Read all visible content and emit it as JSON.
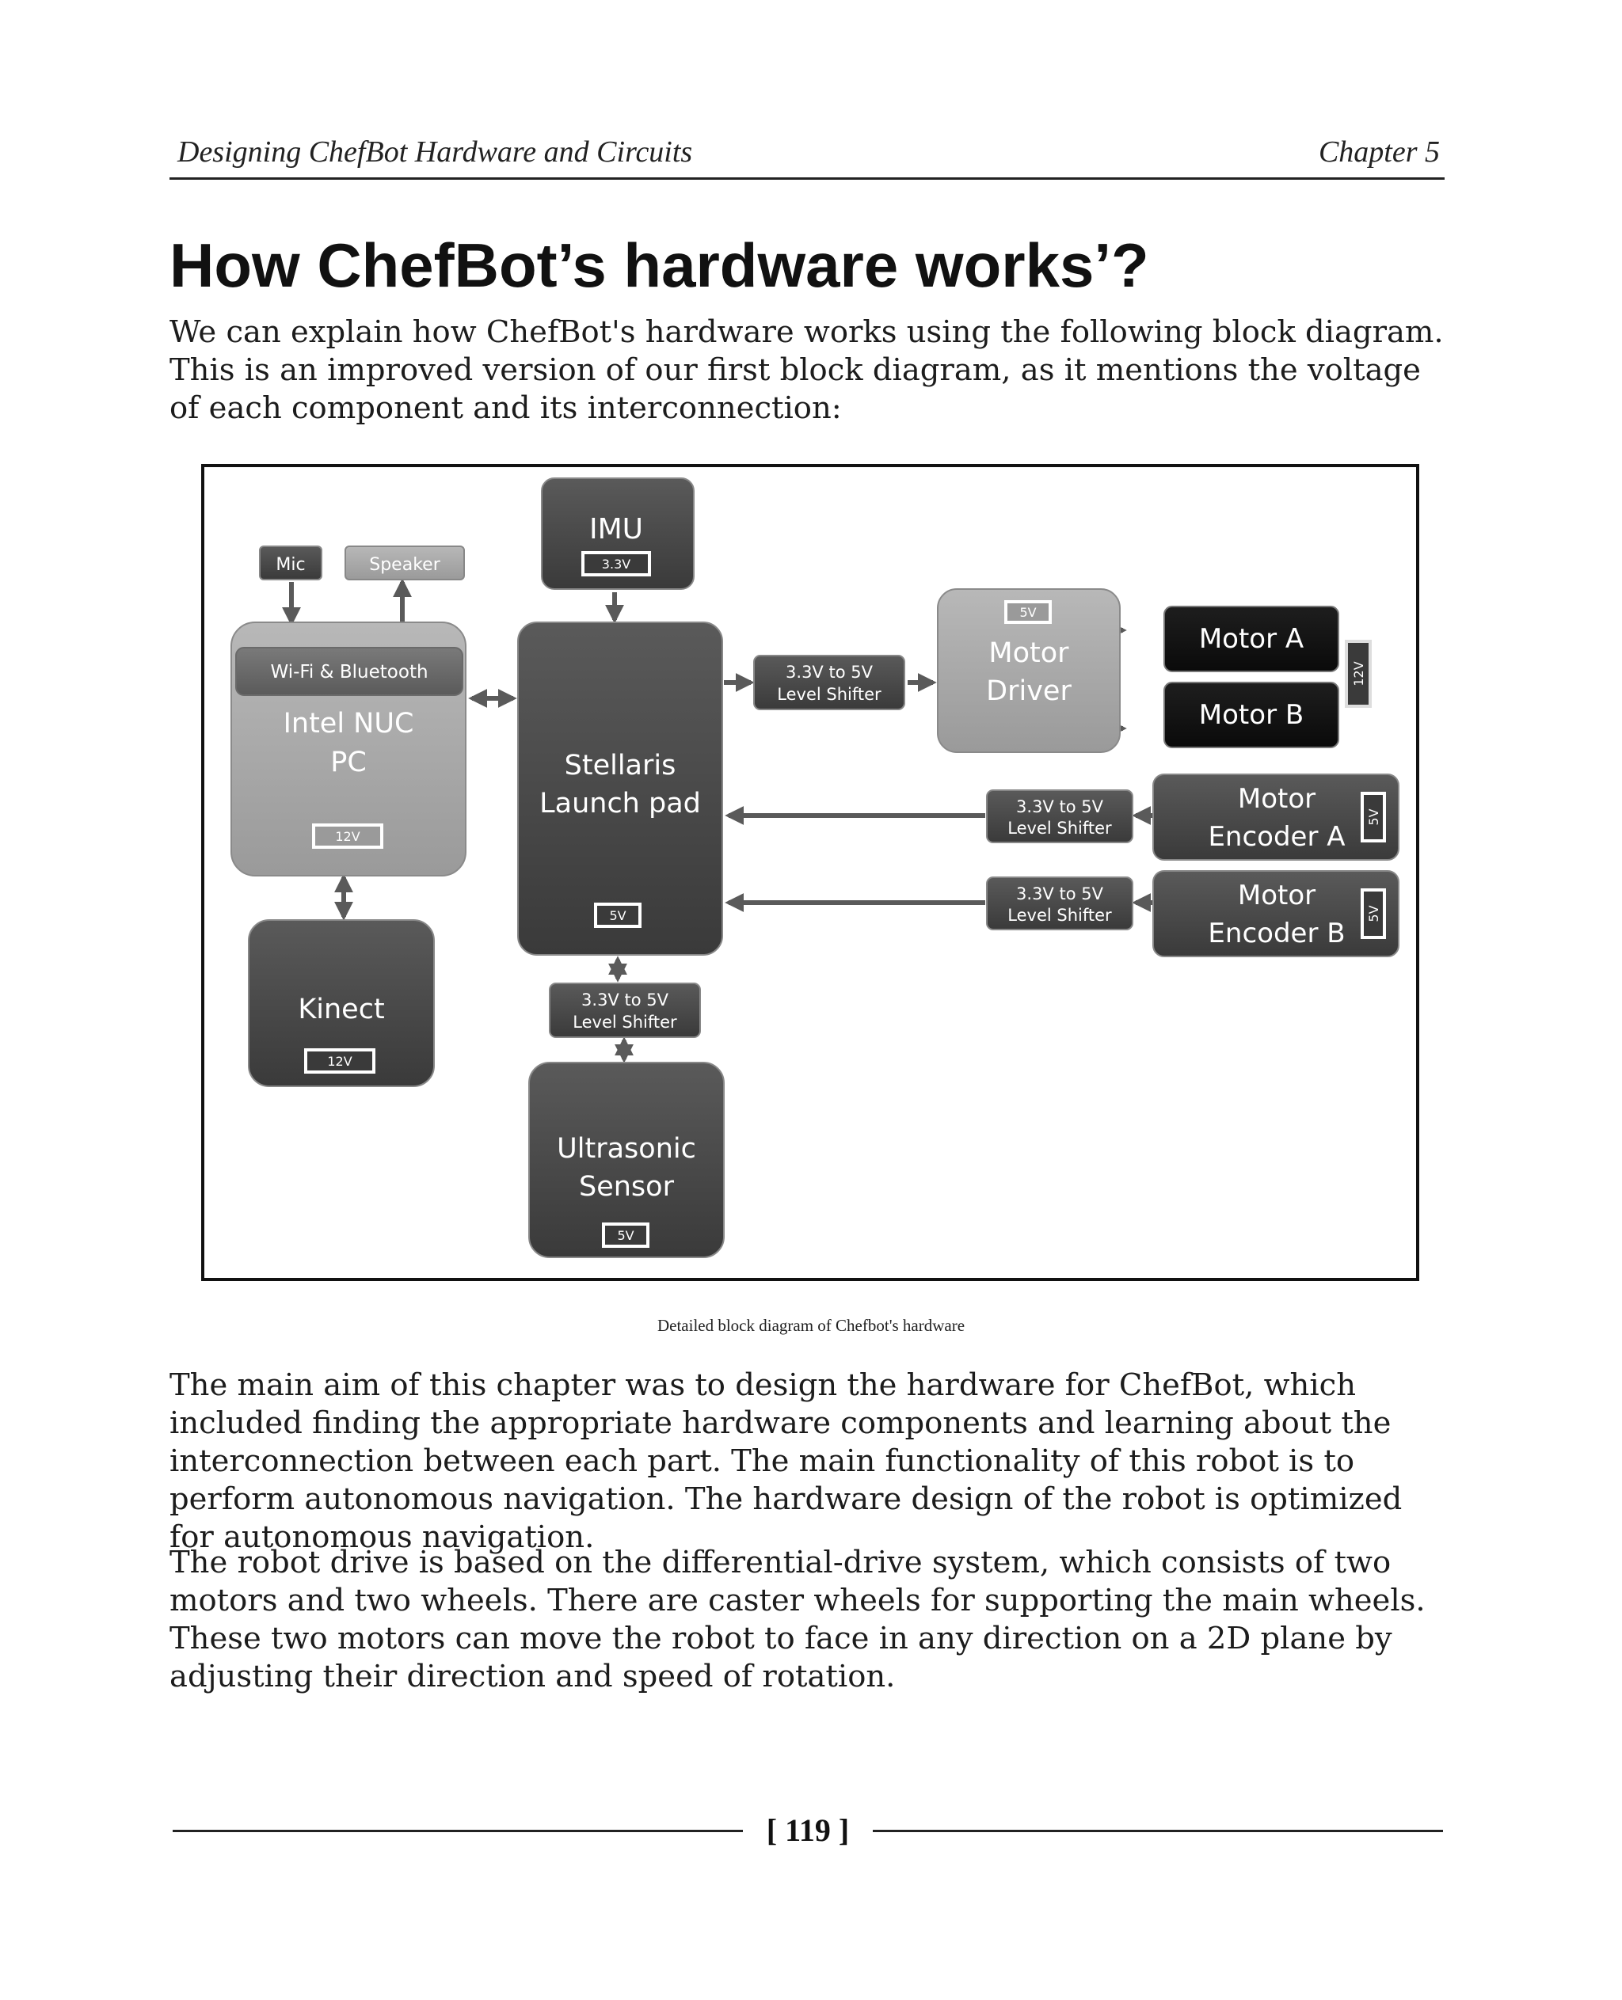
{
  "header": {
    "left": "Designing ChefBot Hardware and Circuits",
    "right": "Chapter 5"
  },
  "title": "How ChefBot’s hardware works’?",
  "intro": "We can explain how ChefBot's hardware works using the following block diagram. This is an improved version of our first block diagram, as it mentions the voltage of each component and its interconnection:",
  "diagram": {
    "mic": "Mic",
    "speaker": "Speaker",
    "imu": {
      "label": "IMU",
      "voltage": "3.3V"
    },
    "wifi": "Wi-Fi & Bluetooth",
    "nuc": {
      "line1": "Intel NUC",
      "line2": "PC",
      "voltage": "12V"
    },
    "stellaris": {
      "line1": "Stellaris",
      "line2": "Launch pad",
      "voltage": "5V"
    },
    "shifter_motor": {
      "line1": "3.3V to 5V",
      "line2": "Level Shifter"
    },
    "shifter_enc_a": {
      "line1": "3.3V to 5V",
      "line2": "Level Shifter"
    },
    "shifter_enc_b": {
      "line1": "3.3V to 5V",
      "line2": "Level Shifter"
    },
    "shifter_ultra": {
      "line1": "3.3V to 5V",
      "line2": "Level Shifter"
    },
    "motor_driver": {
      "line1": "Motor",
      "line2": "Driver",
      "voltage": "5V"
    },
    "motor_a": "Motor A",
    "motor_b": "Motor B",
    "motors_voltage": "12V",
    "encoder_a": {
      "line1": "Motor",
      "line2": "Encoder A",
      "voltage": "5V"
    },
    "encoder_b": {
      "line1": "Motor",
      "line2": "Encoder B",
      "voltage": "5V"
    },
    "kinect": {
      "label": "Kinect",
      "voltage": "12V"
    },
    "ultrasonic": {
      "line1": "Ultrasonic",
      "line2": "Sensor",
      "voltage": "5V"
    }
  },
  "caption": "Detailed block diagram of Chefbot's hardware",
  "paragraph2": "The main aim of this chapter was to design the hardware for ChefBot, which included finding the appropriate hardware components and learning about the interconnection between each part. The main functionality of this robot is to perform autonomous navigation. The hardware design of the robot is optimized for autonomous navigation.",
  "paragraph3": "The robot drive is based on the differential-drive system, which consists of two motors and two wheels. There are caster wheels for supporting the main wheels. These two motors can move the robot to face in any direction on a 2D plane by adjusting their direction and speed of rotation.",
  "page_number": "[ 119 ]"
}
